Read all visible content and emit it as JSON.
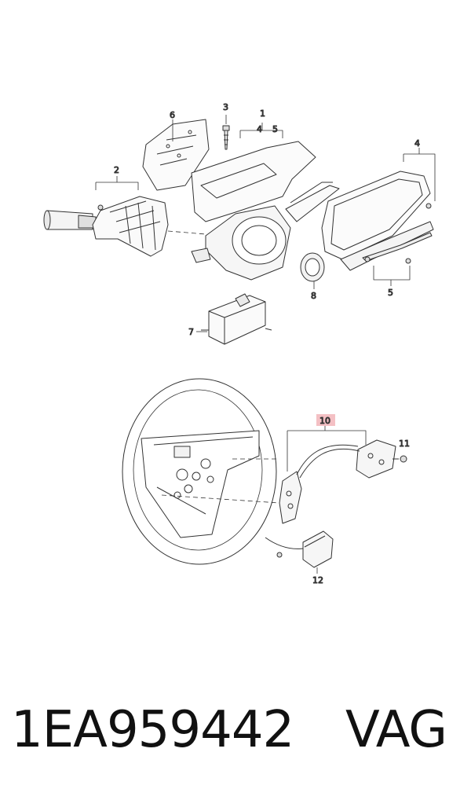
{
  "callouts": {
    "c1": "1",
    "c2": "2",
    "c3": "3",
    "c4a": "4",
    "c5a": "5",
    "c4b": "4",
    "c5b": "5",
    "c6": "6",
    "c7": "7",
    "c8": "8",
    "c10": "10",
    "c11": "11",
    "c12": "12"
  },
  "highlight_color": "#f4c0c4",
  "caption": {
    "part_number": "1EA959442",
    "brand": "VAG"
  }
}
